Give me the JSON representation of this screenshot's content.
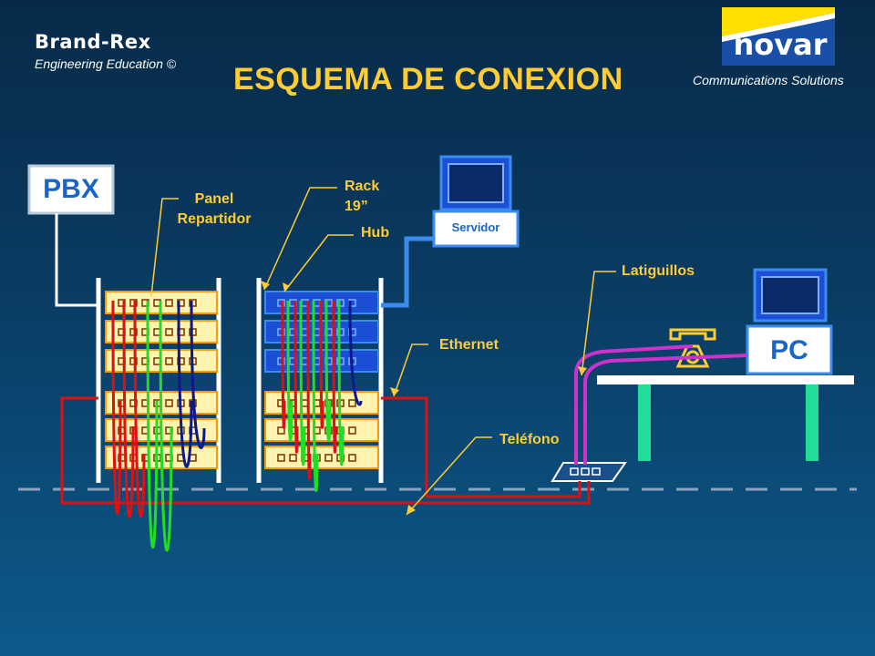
{
  "header": {
    "brand": "Brand-Rex",
    "brand_sub": "Engineering Education ©",
    "title": "ESQUEMA DE CONEXION",
    "partner_logo_text": "novar",
    "partner_sub": "Communications Solutions"
  },
  "devices": {
    "pbx": "PBX",
    "pc": "PC",
    "servidor": "Servidor"
  },
  "labels": {
    "panel": "Panel\nRepartidor",
    "rack": "Rack\n19”",
    "hub": "Hub",
    "latiguillos": "Latiguillos",
    "ethernet": "Ethernet",
    "telefono": "Teléfono"
  },
  "colors": {
    "background_top": "#072a49",
    "background_bottom": "#0c5a8c",
    "title": "#ffcc33",
    "labels": "#ffcc33",
    "device_box": "#1a66c8",
    "rack_rails": "#ffffff",
    "panel_fill": "#fff3b0",
    "panel_border": "#ff9900",
    "hub_fill": "#1a4fd6",
    "cable_red": "#dd1111",
    "cable_green": "#22dd22",
    "cable_blue": "#0a1a8a",
    "cable_magenta": "#cc33cc",
    "desk": "#22dd99",
    "phone": "#ffcc33",
    "dashed_line": "#8aa4bf"
  }
}
